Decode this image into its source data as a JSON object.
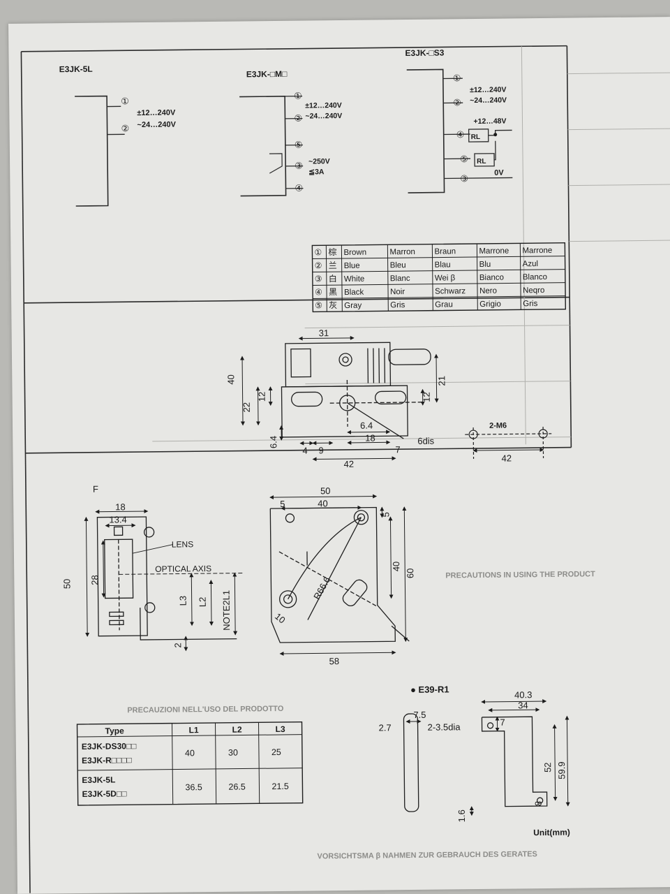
{
  "wiring": {
    "e3jk_5l": {
      "title": "E3JK-5L",
      "p1": "①",
      "p2": "②",
      "v1": "±12…240V",
      "v2": "~24…240V"
    },
    "e3jk_m": {
      "title": "E3JK-□M□",
      "p1": "①",
      "p2": "②",
      "p5": "⑤",
      "p3": "③",
      "p4": "④",
      "v1": "±12…240V",
      "v2": "~24…240V",
      "relay_v": "~250V",
      "relay_a": "≦3A"
    },
    "e3jk_s3": {
      "title": "E3JK-□S3",
      "p1": "①",
      "p2": "②",
      "p4": "④",
      "p5": "⑤",
      "p3": "③",
      "v1": "±12…240V",
      "v2": "~24…240V",
      "load_v": "+12…48V",
      "rl": "RL",
      "zero": "0V"
    }
  },
  "color_table": {
    "rows": [
      [
        "①",
        "棕",
        "Brown",
        "Marron",
        "Braun",
        "Marrone",
        "Marrone"
      ],
      [
        "②",
        "兰",
        "Blue",
        "Bleu",
        "Blau",
        "Blu",
        "Azul"
      ],
      [
        "③",
        "白",
        "White",
        "Blanc",
        "Wei β",
        "Bianco",
        "Blanco"
      ],
      [
        "④",
        "黑",
        "Black",
        "Noir",
        "Schwarz",
        "Nero",
        "Neqro"
      ],
      [
        "⑤",
        "灰",
        "Gray",
        "Gris",
        "Grau",
        "Grigio",
        "Gris"
      ]
    ]
  },
  "dims_top": {
    "d31": "31",
    "d40": "40",
    "d22": "22",
    "d12a": "12",
    "d21": "21",
    "d12b": "12",
    "d64": "6.4",
    "d18": "18",
    "d4": "4",
    "d9": "9",
    "d7": "7",
    "d42": "42",
    "d6dis": "6dis",
    "d64v": "6.4",
    "m6": "2-M6",
    "d42b": "42"
  },
  "dims_mid": {
    "f": "F",
    "d18": "18",
    "d134": "13.4",
    "lens": "LENS",
    "optical": "OPTICAL AXIS",
    "d50": "50",
    "d28": "28",
    "l3": "L3",
    "l2": "L2",
    "note": "NOTE2L1",
    "d2": "2",
    "r50": "50",
    "r40": "40",
    "r5a": "5",
    "r5b": "5",
    "r40v": "40",
    "r60": "60",
    "r666": "R66.6",
    "r10": "10",
    "r58": "58"
  },
  "type_table": {
    "headers": [
      "Type",
      "L1",
      "L2",
      "L3"
    ],
    "rows": [
      {
        "types": [
          "E3JK-DS30□□",
          "E3JK-R□□□□"
        ],
        "l1": "40",
        "l2": "30",
        "l3": "25"
      },
      {
        "types": [
          "E3JK-5L",
          "E3JK-5D□□"
        ],
        "l1": "36.5",
        "l2": "26.5",
        "l3": "21.5"
      }
    ]
  },
  "bracket": {
    "title": "● E39-R1",
    "d403": "40.3",
    "d34": "34",
    "d75": "7.5",
    "d27": "2.7",
    "holes": "2-3.5dia",
    "d7": "7",
    "d52": "52",
    "d599": "59.9",
    "d8": "8",
    "d16": "1.6",
    "unit": "Unit(mm)"
  },
  "background_text": {
    "precautions": "PRECAUTIONS IN USING THE PRODUCT",
    "precauzioni": "PRECAUZIONI NELL'USO DEL PRODOTTO",
    "vorsichtsma": "VORSICHTSMA β NAHMEN ZUR GEBRAUCH DES GERATES"
  }
}
